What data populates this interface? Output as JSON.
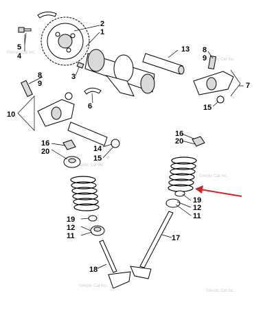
{
  "callouts": {
    "c1": "1",
    "c2": "2",
    "c3": "3",
    "c4": "4",
    "c5": "5",
    "c6": "6",
    "c7": "7",
    "c8a": "8",
    "c9a": "9",
    "c8b": "8",
    "c9b": "9",
    "c10": "10",
    "c11a": "11",
    "c11b": "11",
    "c12a": "12",
    "c12b": "12",
    "c13": "13",
    "c14": "14",
    "c15a": "15",
    "c15b": "15",
    "c16a": "16",
    "c16b": "16",
    "c17": "17",
    "c18": "18",
    "c19a": "19",
    "c19b": "19",
    "c20a": "20",
    "c20b": "20"
  },
  "watermark": "©Arctic Cat Inc.",
  "annotation": {
    "arrow_color": "#d6202a"
  }
}
